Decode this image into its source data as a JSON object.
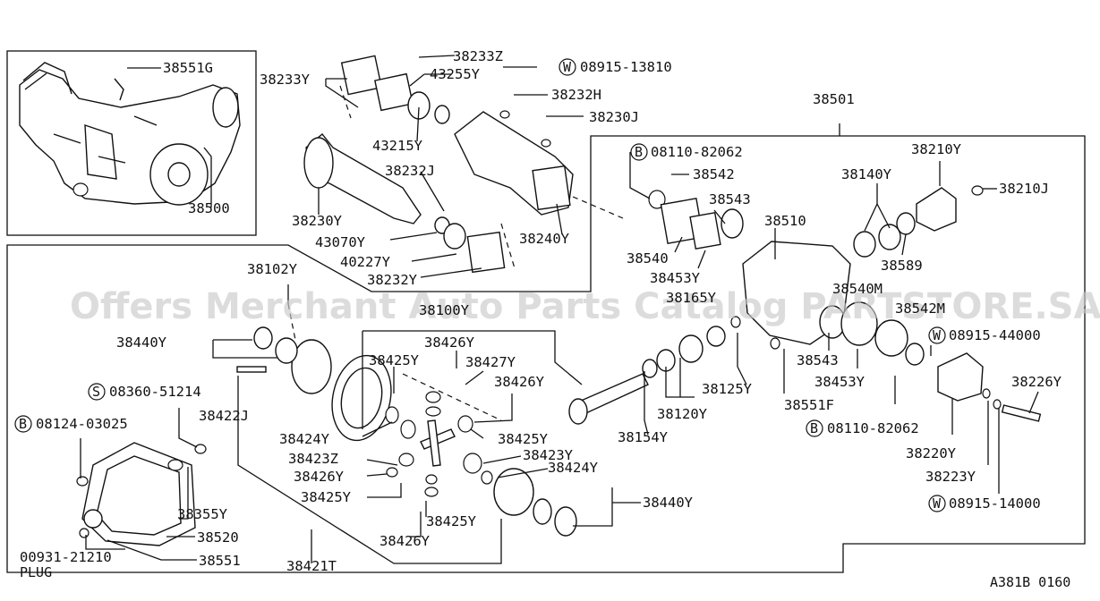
{
  "watermark": "Offers Merchant Auto Parts Catalog PARTSTORE.SA",
  "figure_code": "A381B 0160",
  "labels": {
    "p38551G": "38551G",
    "p38500": "38500",
    "p38233Y": "38233Y",
    "p38233Z": "38233Z",
    "p43255Y": "43255Y",
    "p08915_13810": "08915-13810",
    "p38232H": "38232H",
    "p38230J": "38230J",
    "p43215Y": "43215Y",
    "p38232J": "38232J",
    "p38230Y": "38230Y",
    "p43070Y": "43070Y",
    "p40227Y": "40227Y",
    "p38232Y": "38232Y",
    "p38240Y": "38240Y",
    "p38501": "38501",
    "p08110_82062a": "08110-82062",
    "p38542": "38542",
    "p38543a": "38543",
    "p38510": "38510",
    "p38140Y": "38140Y",
    "p38210Y": "38210Y",
    "p38210J": "38210J",
    "p38540": "38540",
    "p38453Ya": "38453Y",
    "p38165Y": "38165Y",
    "p38589": "38589",
    "p38540M": "38540M",
    "p38542M": "38542M",
    "p38102Y": "38102Y",
    "p38100Y": "38100Y",
    "p38440Ya": "38440Y",
    "p38426Ya": "38426Y",
    "p38425Ya": "38425Y",
    "p38427Y": "38427Y",
    "p38426Yb": "38426Y",
    "p08915_44000": "08915-44000",
    "p38543b": "38543",
    "p38453Yb": "38453Y",
    "p38226Y": "38226Y",
    "p38125Y": "38125Y",
    "p08360_51214": "08360-51214",
    "p38422J": "38422J",
    "p38551F": "38551F",
    "p38120Y": "38120Y",
    "p08124_03025": "08124-03025",
    "p38424Ya": "38424Y",
    "p38425Yb": "38425Y",
    "p08110_82062b": "08110-82062",
    "p38154Y": "38154Y",
    "p38220Y": "38220Y",
    "p38423Z": "38423Z",
    "p38423Y": "38423Y",
    "p38426Yc": "38426Y",
    "p38424Yb": "38424Y",
    "p38223Y": "38223Y",
    "p38425Yc": "38425Y",
    "p38355Y": "38355Y",
    "p38440Yb": "38440Y",
    "p08915_14000": "08915-14000",
    "p38425Yd": "38425Y",
    "p38520": "38520",
    "p38426Yd": "38426Y",
    "p00931_21210": "00931-21210",
    "p38551": "38551",
    "p38421T": "38421T",
    "plug": "PLUG"
  },
  "prefix_marks": {
    "w1": "W",
    "b1": "B",
    "w2": "W",
    "s1": "S",
    "b2": "B",
    "b3": "B",
    "w3": "W"
  }
}
